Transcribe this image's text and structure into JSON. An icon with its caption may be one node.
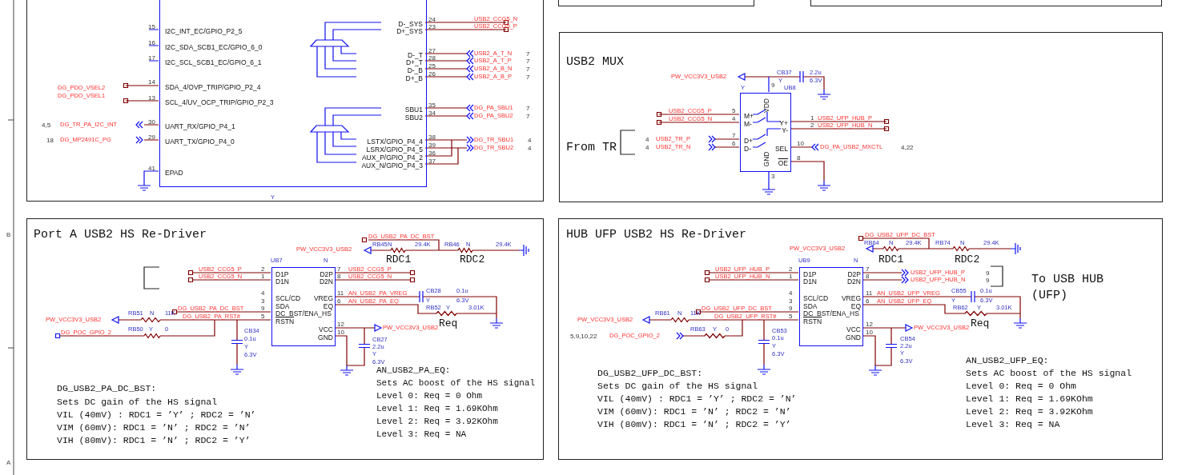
{
  "diagram": {
    "nodes": [
      {
        "text": [],
        "shape": "box"
      },
      {
        "text": [
          "I2C_INT_EC/GPIO_P2_5",
          "I2C_SDA_SCB1_EC/GPIO_6_0",
          "I2C_SCL_SCB1_EC/GPIO_6_1",
          "SDA_4/OVP_TRIP/GPIO_P2_4",
          "SCL_4/UV_OCP_TRIP/GPIO_P2_3",
          "UART_RX/GPIO_P4_1",
          "UART_TX/GPIO_P4_0",
          "EPAD",
          "D-_SYS",
          "D+_SYS",
          "D-_T",
          "D+_T",
          "D-_B",
          "D+_B",
          "SBU1",
          "SBU2",
          "LSTX/GPIO_P4_4",
          "LSRX/GPIO_P4_5",
          "AUX_P/GPIO_P4_2",
          "AUX_N/GPIO_P4_3"
        ],
        "in": 0
      },
      {
        "text": [],
        "shape": "box"
      },
      {
        "text": [],
        "shape": "box"
      },
      {
        "text": [
          "USB2 MUX"
        ]
      },
      {
        "text": [
          "VDD",
          "M+",
          "M-",
          "D+",
          "D-",
          "Y+",
          "Y-",
          "SEL",
          "GND",
          "OE"
        ],
        "in": 4
      },
      {
        "text": [
          "Port A USB2 HS Re-Driver"
        ]
      },
      {
        "text": [
          "D1P",
          "D1N",
          "SCL/CD",
          "SDA",
          "DC_BST/ENA_HS",
          "RSTN",
          "D2P",
          "D2N",
          "VREG",
          "EQ",
          "VCC",
          "GND"
        ],
        "in": 6
      },
      {
        "text": [
          "HUB UFP USB2 HS Re-Driver"
        ]
      },
      {
        "text": [
          "D1P",
          "D1N",
          "SCL/CD",
          "SDA",
          "DC_BST/ENA_HS",
          "RSTN",
          "D2P",
          "D2N",
          "VREG",
          "EQ",
          "VCC",
          "GND"
        ],
        "in": 8
      }
    ],
    "labels": [
      "15",
      "16",
      "17",
      "DG_PDO_VSEL2",
      "14",
      "DG_PDO_VSEL1",
      "13",
      "4,5",
      "DG_TR_PA_I2C_INT",
      "30",
      "18",
      "DG_MP2491C_PG",
      "29",
      "41",
      "24",
      "USB2_CCG5_N",
      "23",
      "USB2_CCG5_P",
      "27",
      "USB2_A_T_N",
      "7",
      "28",
      "USB2_A_T_P",
      "7",
      "25",
      "USB2_A_B_N",
      "7",
      "26",
      "USB2_A_B_P",
      "7",
      "35",
      "DG_PA_SBU1",
      "7",
      "34",
      "DG_PA_SBU2",
      "7",
      "38",
      "DG_TR_SBU1",
      "4",
      "39",
      "DG_TR_SBU2",
      "4",
      "36",
      "37",
      "Y",
      "PW_VCC3V3_USB2",
      "CB37",
      "2.2u",
      "Y",
      "6.3V",
      "Y",
      "9",
      "UB8",
      "USB2_CCG5_P",
      "5",
      "USB2_CCG5_N",
      "4",
      "1",
      "USB2_UFP_HUB_P",
      "2",
      "USB2_UFP_HUB_N",
      "From TR",
      "4",
      "USB2_TR_P",
      "7",
      "4",
      "USB2_TR_N",
      "6",
      "10",
      "DG_PA_USB2_MXCTL",
      "4,22",
      "8",
      "3",
      "PW_VCC3V3_USB2",
      "DG_USB2_PA_DC_BST",
      "RB45",
      "N",
      "29.4K",
      "RB46",
      "N",
      "29.4K",
      "RDC1",
      "RDC2",
      "UB7",
      "N",
      "USB2_CCG5_P",
      "2",
      "USB2_CCG5_N",
      "1",
      "7",
      "USB2_CCG5_P",
      "8",
      "USB2_CCG5_N",
      "4",
      "11",
      "AN_USB2_PA_VREG",
      "CB28",
      "0.1u",
      "3",
      "6",
      "AN_USB2_PA_EQ",
      "Y",
      "6.3V",
      "9",
      "DG_USB2_PA_DC_BST",
      "RB52",
      "Y",
      "3.01K",
      "Req",
      "5",
      "PW_VCC3V3_USB2",
      "RB51",
      "N",
      "11K",
      "DG_USB2_PA_RST#",
      "DG_POC_GPIO_2",
      "RB50",
      "Y",
      "0",
      "12",
      "PW_VCC3V3_USB2",
      "10",
      "CB34",
      "0.1u",
      "Y",
      "6.3V",
      "CB27",
      "2.2u",
      "Y",
      "6.3V",
      "DG_USB2_PA_DC_BST:",
      "Sets DC gain of the HS signal",
      "VIL (40mV) : RDC1 = ’Y’ ; RDC2 = ’N’",
      "VIM (60mV): RDC1 = ’N’ ; RDC2 = ’N’",
      "VIH (80mV): RDC1 = ’N’ ; RDC2 = ’Y’",
      "AN_USB2_PA_EQ:",
      "Sets AC boost of the HS signal",
      "Level 0: Req = 0 Ohm",
      "Level 1: Req = 1.69KOhm",
      "Level 2: Req = 3.92KOhm",
      "Level 3: Req = NA",
      "PW_VCC3V3_USB2",
      "DG_USB2_UFP_DC_BST",
      "RB64",
      "N",
      "29.4K",
      "RB74",
      "N",
      "29.4K",
      "RDC1",
      "RDC2",
      "UB9",
      "N",
      "USB2_UFP_HUB_P",
      "2",
      "USB2_UFP_HUB_N",
      "1",
      "7",
      "USB2_UFP_HUB_P",
      "9",
      "8",
      "USB2_UFP_HUB_N",
      "9",
      "To USB HUB (UFP)",
      "4",
      "11",
      "AN_USB2_UFP_VREG",
      "CB55",
      "0.1u",
      "3",
      "6",
      "AN_USB2_UFP_EQ",
      "Y",
      "6.3V",
      "9",
      "DG_USB2_UFP_DC_BST",
      "RB62",
      "Y",
      "3.01K",
      "Req",
      "5",
      "PW_VCC3V3_USB2",
      "RB61",
      "N",
      "11K",
      "DG_USB2_UFP_RST#",
      "5,9,10,22",
      "DG_POC_GPIO_2",
      "RB63",
      "Y",
      "0",
      "12",
      "PW_VCC3V3_USB2",
      "10",
      "CB53",
      "0.1u",
      "Y",
      "6.3V",
      "CB54",
      "2.2u",
      "Y",
      "6.3V",
      "DG_USB2_UFP_DC_BST:",
      "Sets DC gain of the HS signal",
      "VIL (40mV) : RDC1 = ’Y’ ; RDC2 = ’N’",
      "VIM (60mV): RDC1 = ’N’ ; RDC2 = ’N’",
      "VIH (80mV): RDC1 = ’N’ ; RDC2 = ’Y’",
      "AN_USB2_UFP_EQ:",
      "Sets AC boost of the HS signal",
      "Level 0: Req = 0 Ohm",
      "Level 1: Req = 1.69KOhm",
      "Level 2: Req = 3.92KOhm",
      "Level 3: Req = NA",
      "B",
      "A"
    ]
  }
}
